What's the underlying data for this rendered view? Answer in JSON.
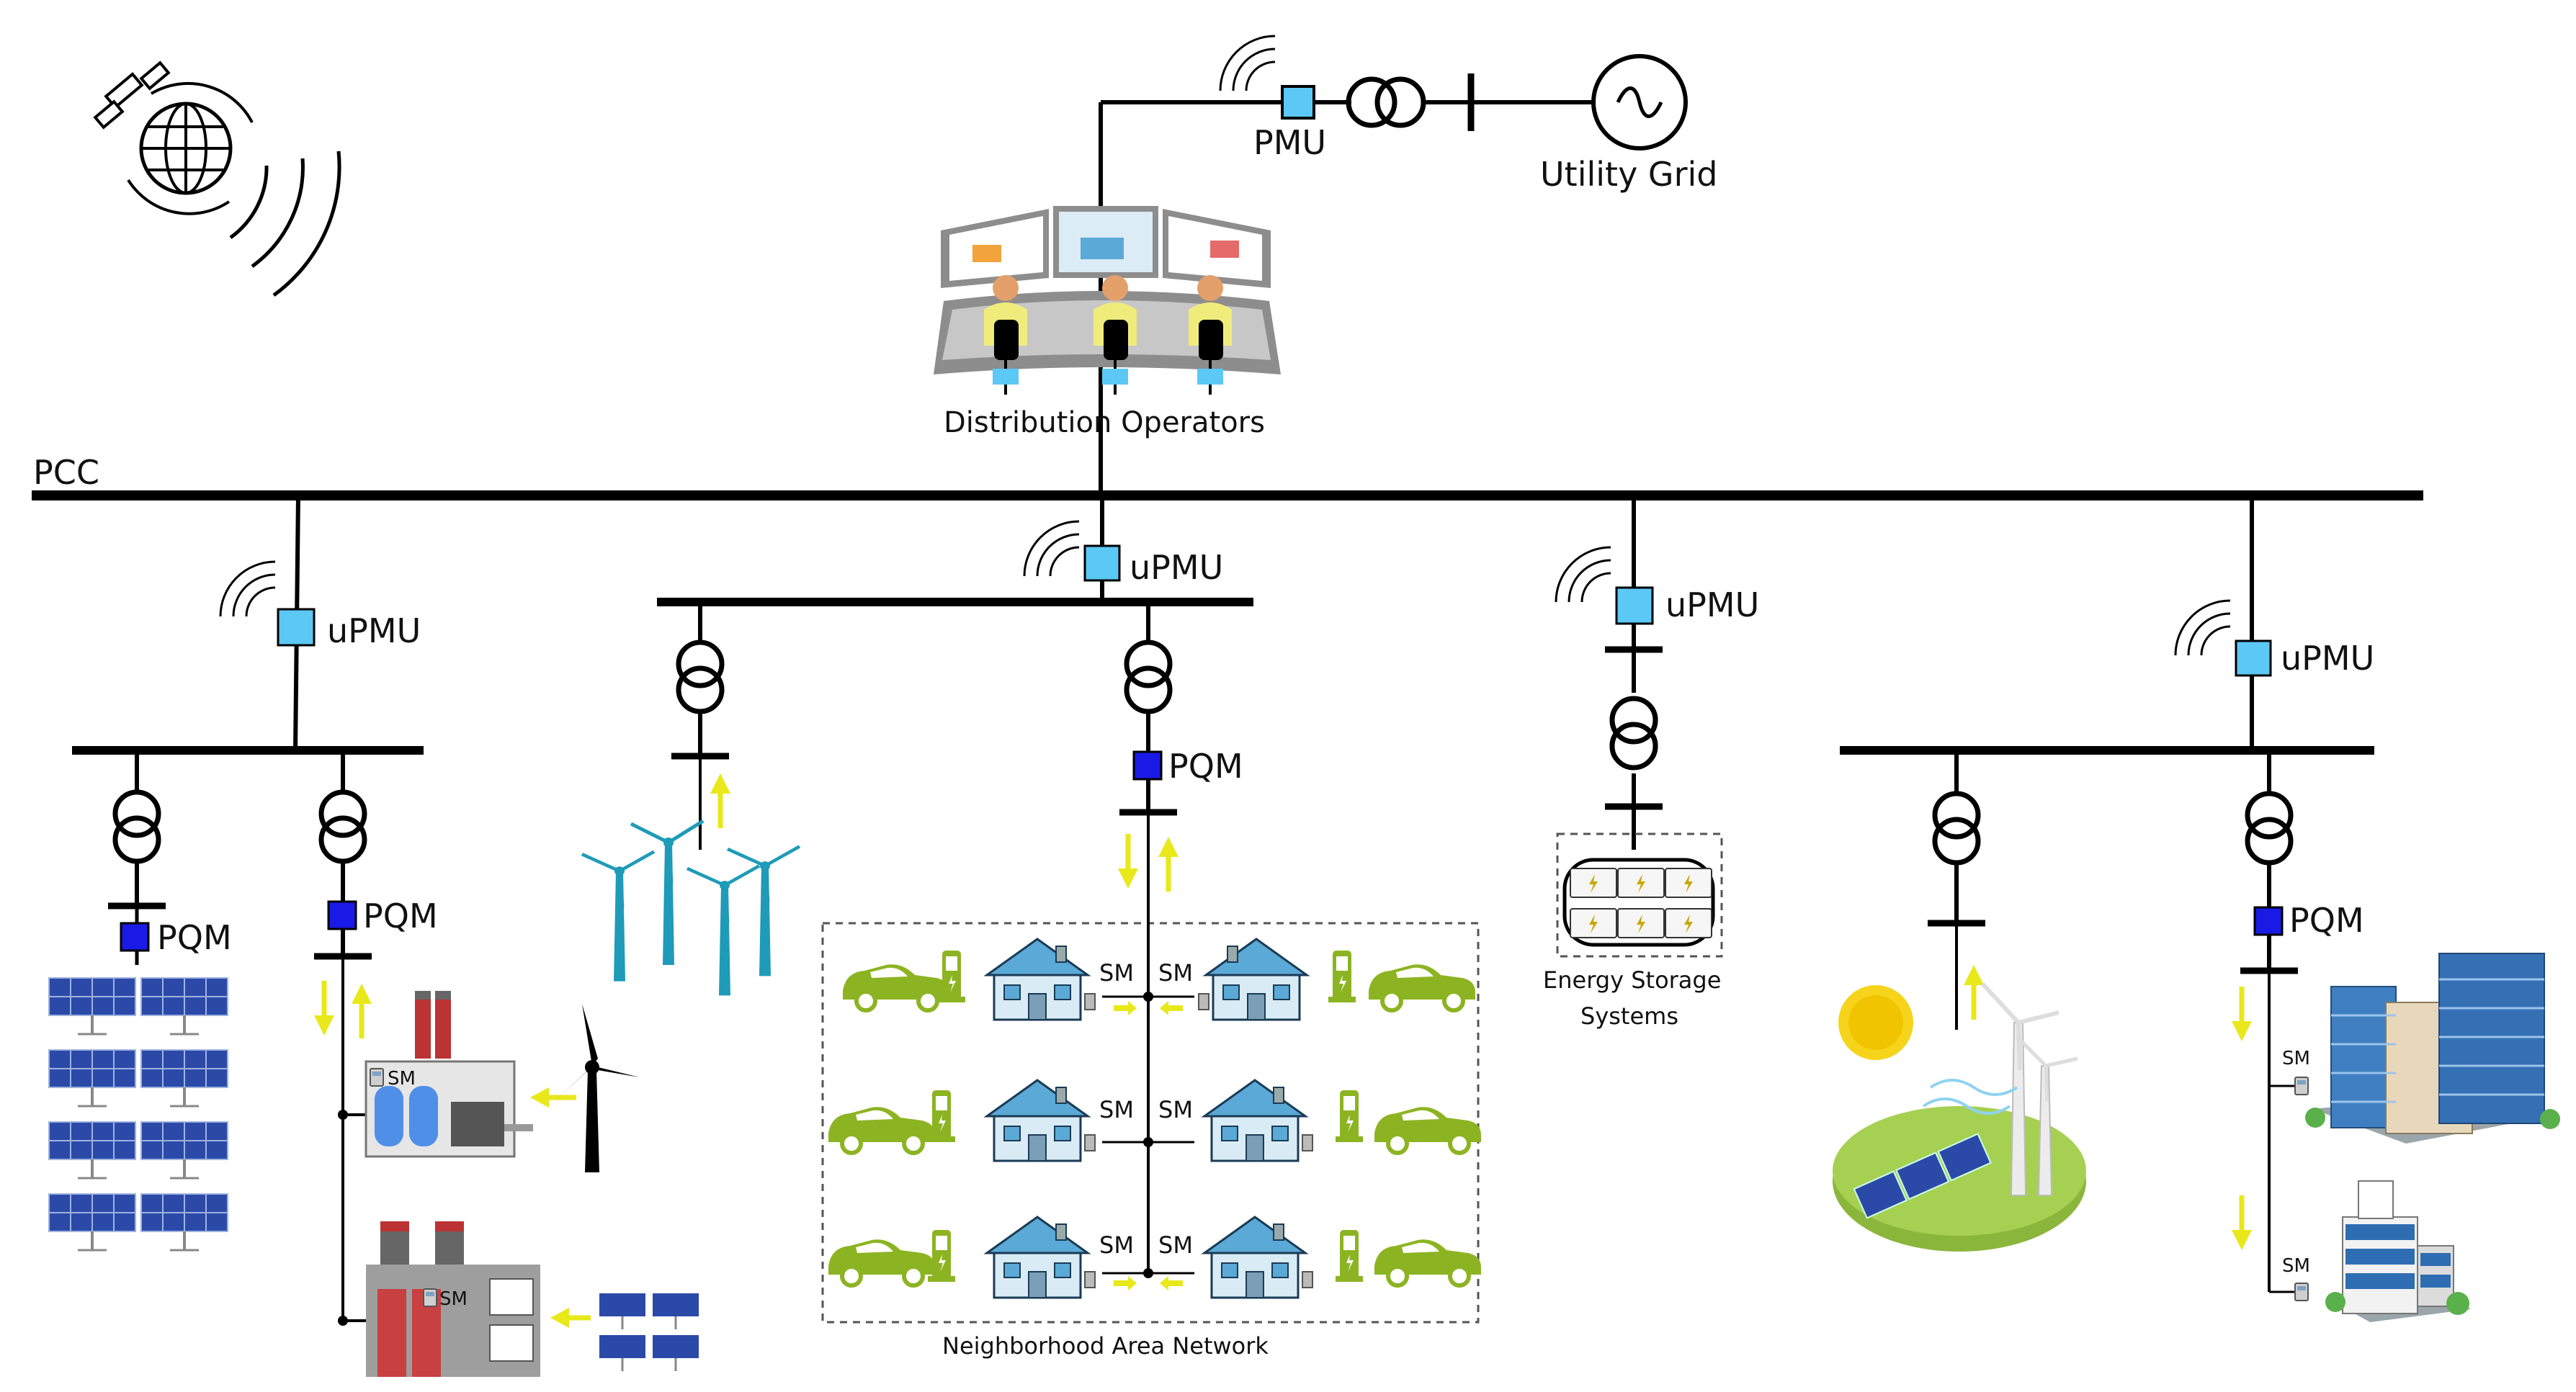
{
  "labels": {
    "pcc": "PCC",
    "pmu": "PMU",
    "utility_grid": "Utility Grid",
    "distribution_operators": "Distribution Operators",
    "upmu": "uPMU",
    "pqm": "PQM",
    "sm": "SM",
    "neighborhood_area_network": "Neighborhood Area Network",
    "energy_storage_line1": "Energy Storage",
    "energy_storage_line2": "Systems"
  },
  "colors": {
    "line": "#000000",
    "upmu_fill": "#5bc8f5",
    "pqm_fill": "#1a1ae6",
    "arrow": "#e8e81a",
    "vehicle": "#8cb422",
    "house_roof": "#5aa9d6",
    "panel": "#2b4aa8",
    "turbine": "#1e9bb8",
    "dashed_box": "#555555"
  },
  "icons": [
    "satellite-icon",
    "globe-icon",
    "signal-waves-icon",
    "transformer-icon",
    "ac-source-icon",
    "control-room-icon",
    "solar-panel-icon",
    "wind-turbine-icon",
    "factory-icon",
    "house-icon",
    "ev-icon",
    "charger-icon",
    "battery-icon",
    "building-icon",
    "smart-meter-icon"
  ]
}
